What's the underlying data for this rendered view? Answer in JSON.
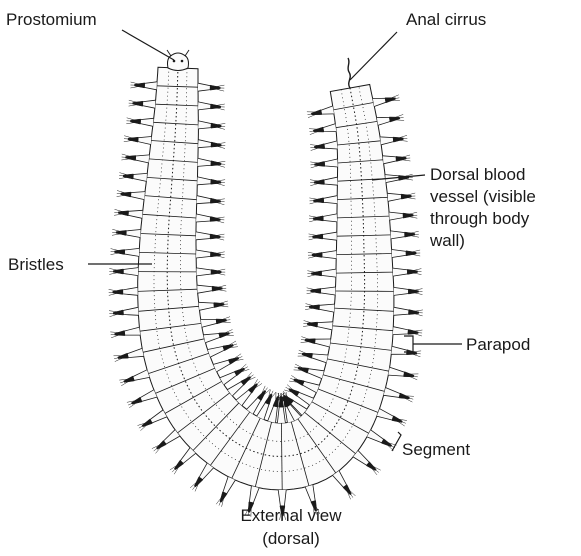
{
  "labels": {
    "prostomium": "Prostomium",
    "anal_cirrus": "Anal cirrus",
    "dorsal_vessel_1": "Dorsal blood",
    "dorsal_vessel_2": "vessel (visible",
    "dorsal_vessel_3": "through body",
    "dorsal_vessel_4": "wall)",
    "bristles": "Bristles",
    "parapod": "Parapod",
    "segment": "Segment"
  },
  "caption": {
    "line1": "External view",
    "line2": "(dorsal)"
  },
  "colors": {
    "ink": "#1a1a1a",
    "body_fill": "#fbfbfb",
    "background": "#ffffff"
  }
}
